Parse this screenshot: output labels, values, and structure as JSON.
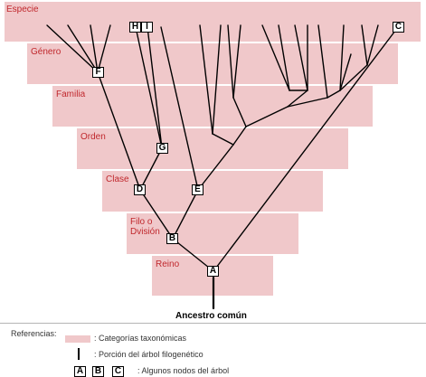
{
  "colors": {
    "band": "#f0c8ca",
    "band_label": "#c0282d",
    "line": "#000000"
  },
  "bands": [
    {
      "key": "especie",
      "label": "Especie"
    },
    {
      "key": "genero",
      "label": "Género"
    },
    {
      "key": "familia",
      "label": "Familia"
    },
    {
      "key": "orden",
      "label": "Orden"
    },
    {
      "key": "clase",
      "label": "Clase"
    },
    {
      "key": "filo",
      "label": "Filo o Dvisión"
    },
    {
      "key": "reino",
      "label": "Reino"
    }
  ],
  "nodes": {
    "A": "A",
    "B": "B",
    "C": "C",
    "D": "D",
    "E": "E",
    "F": "F",
    "G": "G",
    "H": "H",
    "I": "I"
  },
  "root_label": "Ancestro común",
  "legend": {
    "title": "Referencias:",
    "categories": ": Categorías taxonómicas",
    "portion": ": Porción del árbol filogenético",
    "nodes_text": ": Algunos nodos del árbol",
    "node_a": "A",
    "node_b": "B",
    "node_c": "C"
  }
}
